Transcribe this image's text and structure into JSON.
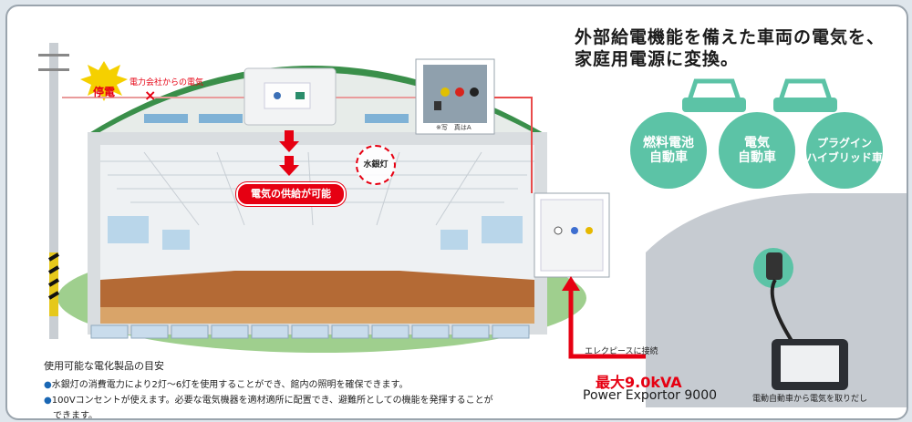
{
  "headline": {
    "line1": "外部給電機能を備えた車両の電気を、",
    "line2": "家庭用電源に変換。"
  },
  "power_company_label": "電力会社からの電気",
  "outage_label": "停電",
  "cross_mark": "×",
  "supply_label": "電気の供給が可能",
  "mercury_lamp_label": "水銀灯",
  "vehicle_types": [
    {
      "line1": "燃料電池",
      "line2": "自動車"
    },
    {
      "line1": "電気",
      "line2": "自動車"
    },
    {
      "line1": "プラグイン",
      "line2": "ハイブリッド車"
    }
  ],
  "panel_caption": "※写　真はA",
  "notes": {
    "heading": "使用可能な電化製品の目安",
    "bullet": "●",
    "items": [
      "水銀灯の消費電力により2灯～6灯を使用することができ、館内の照明を確保できます。",
      "100Vコンセントが使えます。必要な電気機器を適材適所に配置でき、避難所としての機能を発揮することが",
      "できます。"
    ]
  },
  "connect_label": "エレクピースに接続",
  "max_output": "最大9.0kVA",
  "product_name": "Power Exportor 9000",
  "exportor_caption": "電動自動車から電気を取りだし",
  "colors": {
    "accent_red": "#e60012",
    "teal": "#5cc3a6",
    "dome_green": "#3a8f4a"
  }
}
